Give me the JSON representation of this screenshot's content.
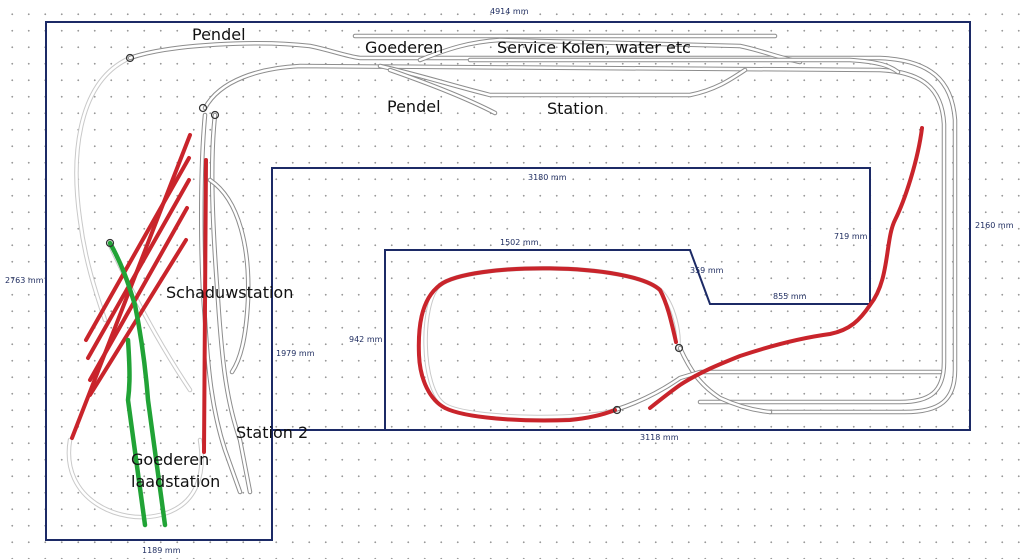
{
  "dimensions": {
    "top_width": "4914 mm",
    "inner_width": "3180 mm",
    "right_height": "2160 mm",
    "left_height": "2763 mm",
    "inner_depth": "719 mm",
    "loop_width": "1502 mm",
    "notch_diagonal": "359 mm",
    "notch_width": "855 mm",
    "loop_height": "942 mm",
    "leg_height": "1979 mm",
    "bottom_right_width": "3118 mm",
    "bottom_left_width": "1189 mm"
  },
  "labels": {
    "pendel_top": "Pendel",
    "goederen": "Goederen",
    "service": "Service Kolen, water etc",
    "pendel_mid": "Pendel",
    "station": "Station",
    "schaduwstation": "Schaduwstation",
    "station2": "Station 2",
    "goederen_line1": "Goederen",
    "goederen_line2": "laadstation"
  },
  "colors": {
    "board_outline": "#1c2a66",
    "track": "#8d8d8d",
    "planned_track": "#c9242b",
    "goods_track": "#21a336"
  }
}
